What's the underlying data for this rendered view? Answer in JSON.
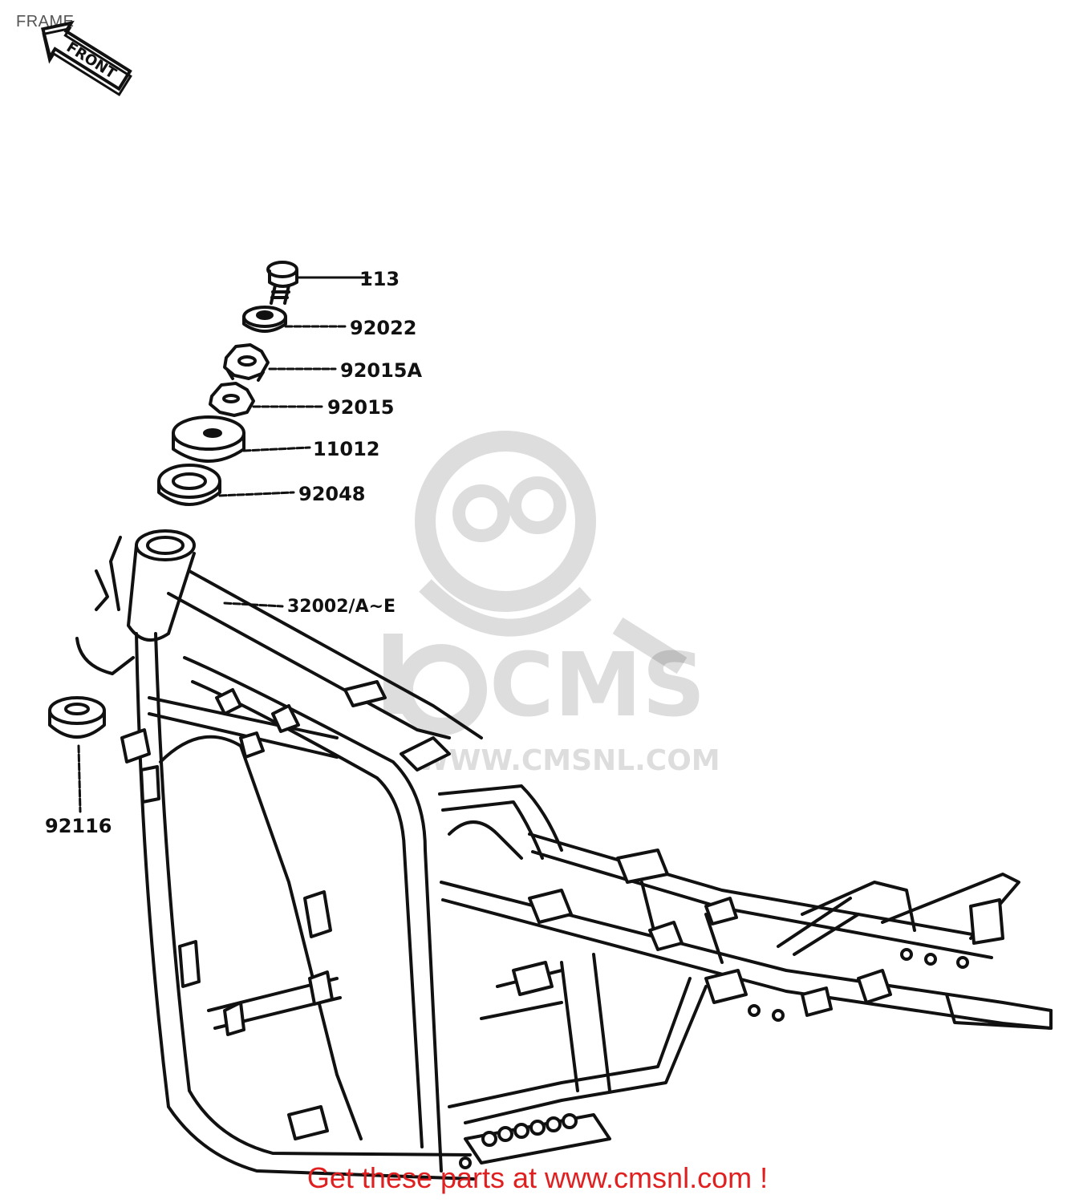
{
  "page": {
    "title": "FRAME"
  },
  "front_marker": {
    "label": "FRONT"
  },
  "parts": [
    {
      "number": "113"
    },
    {
      "number": "92022"
    },
    {
      "number": "92015A"
    },
    {
      "number": "92015"
    },
    {
      "number": "11012"
    },
    {
      "number": "92048"
    },
    {
      "number": "32002/A~E"
    },
    {
      "number": "92116"
    }
  ],
  "watermark": {
    "brand": "CMS",
    "url": "WWW.CMSNL.COM"
  },
  "footer": {
    "text": "Get these parts at www.cmsnl.com !"
  },
  "colors": {
    "footer": "#e02020",
    "line": "#111111"
  }
}
